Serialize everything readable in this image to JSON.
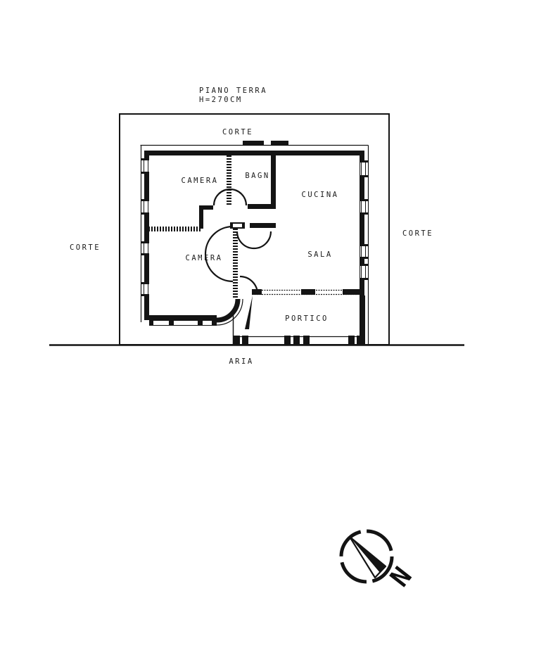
{
  "page": {
    "background": "#ffffff",
    "ink": "#141414"
  },
  "title": {
    "line1": "PIANO TERRA",
    "line2": "H=270CM"
  },
  "courtyard": {
    "top": "CORTE",
    "left": "CORTE",
    "right": "CORTE",
    "bottom": "ARIA"
  },
  "rooms": {
    "camera_top": "CAMERA",
    "bagno": "BAGN",
    "cucina": "CUCINA",
    "camera_bottom": "CAMERA",
    "sala": "SALA",
    "portico": "PORTICO"
  },
  "compass": {
    "north_label": "N"
  }
}
